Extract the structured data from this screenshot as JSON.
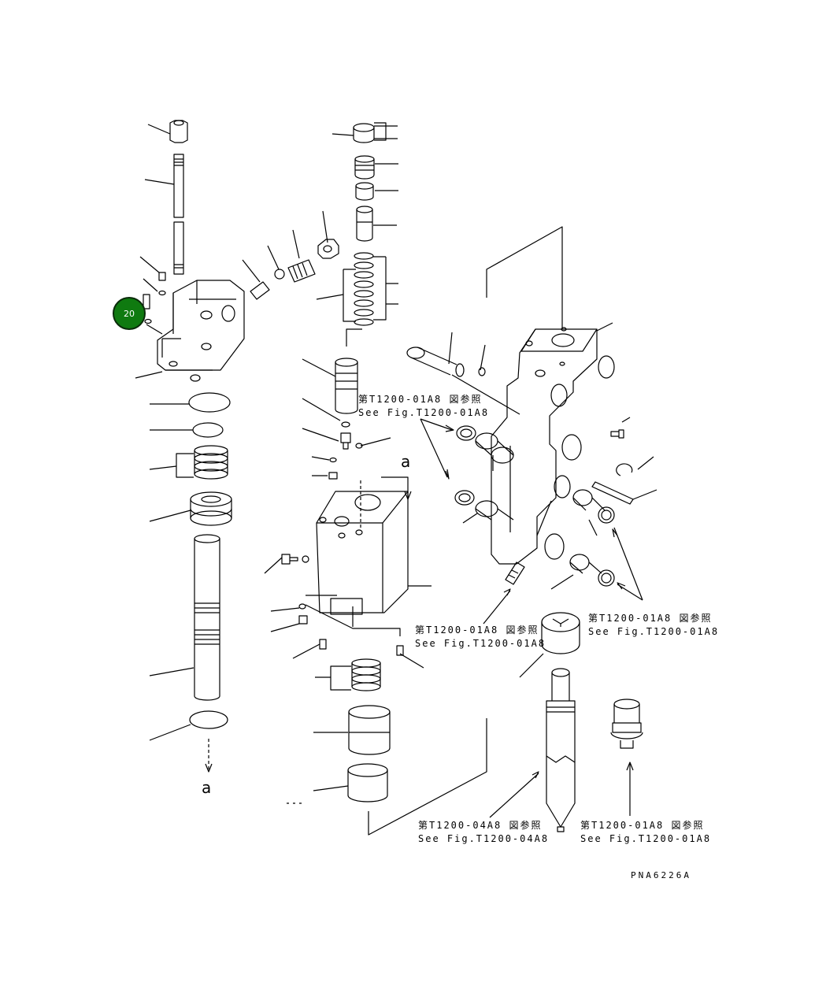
{
  "callouts": [
    {
      "line1": "第T1200-01A8 図参照",
      "line2": "See Fig.T1200-01A8"
    },
    {
      "line1": "第T1200-01A8 図参照",
      "line2": "See Fig.T1200-01A8"
    },
    {
      "line1": "第T1200-01A8 図参照",
      "line2": "See Fig.T1200-01A8"
    },
    {
      "line1": "第T1200-04A8 図参照",
      "line2": "See Fig.T1200-04A8"
    },
    {
      "line1": "第T1200-01A8 図参照",
      "line2": "See Fig.T1200-01A8"
    }
  ],
  "labels": {
    "connector_a_top": "a",
    "connector_a_bottom": "a"
  },
  "part_badge": {
    "number": "20",
    "color": "#0f7a10"
  },
  "drawing_code": "PNA6226A"
}
